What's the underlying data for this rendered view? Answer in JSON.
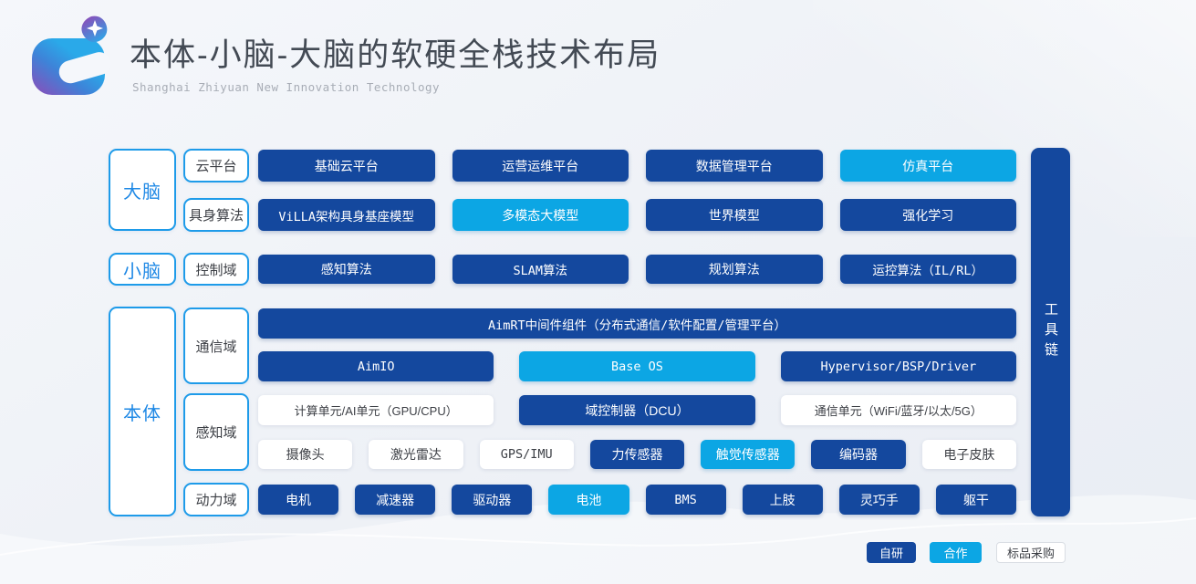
{
  "header": {
    "title": "本体-小脑-大脑的软硬全栈技术布局",
    "subtitle": "Shanghai Zhiyuan New Innovation Technology",
    "logo": "zhiyuan-logo"
  },
  "colors": {
    "self_developed": "#14489E",
    "cooperation": "#0CA6E4",
    "standard_procurement": "#FFFFFF",
    "outline_blue": "#1E9BE9",
    "group_text_blue": "#1E88E5",
    "title_text": "#434A54"
  },
  "groups": [
    {
      "label": "大脑"
    },
    {
      "label": "小脑"
    },
    {
      "label": "本体"
    }
  ],
  "domains": [
    {
      "label": "云平台"
    },
    {
      "label": "具身算法"
    },
    {
      "label": "控制域"
    },
    {
      "label": "通信域"
    },
    {
      "label": "感知域"
    },
    {
      "label": "动力域"
    }
  ],
  "rows": [
    {
      "name": "cloud-platform",
      "items": [
        {
          "label": "基础云平台",
          "type": "self"
        },
        {
          "label": "运营运维平台",
          "type": "self"
        },
        {
          "label": "数据管理平台",
          "type": "self"
        },
        {
          "label": "仿真平台",
          "type": "coop"
        }
      ]
    },
    {
      "name": "embodied-algorithms",
      "items": [
        {
          "label": "ViLLA架构具身基座模型",
          "type": "self"
        },
        {
          "label": "多模态大模型",
          "type": "coop"
        },
        {
          "label": "世界模型",
          "type": "self"
        },
        {
          "label": "强化学习",
          "type": "self"
        }
      ]
    },
    {
      "name": "control-domain",
      "items": [
        {
          "label": "感知算法",
          "type": "self"
        },
        {
          "label": "SLAM算法",
          "type": "self"
        },
        {
          "label": "规划算法",
          "type": "self"
        },
        {
          "label": "运控算法（IL/RL）",
          "type": "self"
        }
      ]
    },
    {
      "name": "middleware",
      "items": [
        {
          "label": "AimRT中间件组件（分布式通信/软件配置/管理平台）",
          "type": "self"
        }
      ]
    },
    {
      "name": "os-layer",
      "items": [
        {
          "label": "AimIO",
          "type": "self"
        },
        {
          "label": "Base OS",
          "type": "coop"
        },
        {
          "label": "Hypervisor/BSP/Driver",
          "type": "self"
        }
      ]
    },
    {
      "name": "compute-units",
      "items": [
        {
          "label": "计算单元/AI单元（GPU/CPU）",
          "type": "std"
        },
        {
          "label": "域控制器（DCU）",
          "type": "self"
        },
        {
          "label": "通信单元（WiFi/蓝牙/以太/5G）",
          "type": "std"
        }
      ]
    },
    {
      "name": "sensors",
      "items": [
        {
          "label": "摄像头",
          "type": "std"
        },
        {
          "label": "激光雷达",
          "type": "std"
        },
        {
          "label": "GPS/IMU",
          "type": "std"
        },
        {
          "label": "力传感器",
          "type": "self"
        },
        {
          "label": "触觉传感器",
          "type": "coop"
        },
        {
          "label": "编码器",
          "type": "self"
        },
        {
          "label": "电子皮肤",
          "type": "std"
        }
      ]
    },
    {
      "name": "power-domain",
      "items": [
        {
          "label": "电机",
          "type": "self"
        },
        {
          "label": "减速器",
          "type": "self"
        },
        {
          "label": "驱动器",
          "type": "self"
        },
        {
          "label": "电池",
          "type": "coop"
        },
        {
          "label": "BMS",
          "type": "self"
        },
        {
          "label": "上肢",
          "type": "self"
        },
        {
          "label": "灵巧手",
          "type": "self"
        },
        {
          "label": "躯干",
          "type": "self"
        }
      ]
    }
  ],
  "toolchain_label": "工具链",
  "legend": [
    {
      "label": "自研",
      "type": "self"
    },
    {
      "label": "合作",
      "type": "coop"
    },
    {
      "label": "标品采购",
      "type": "std"
    }
  ]
}
